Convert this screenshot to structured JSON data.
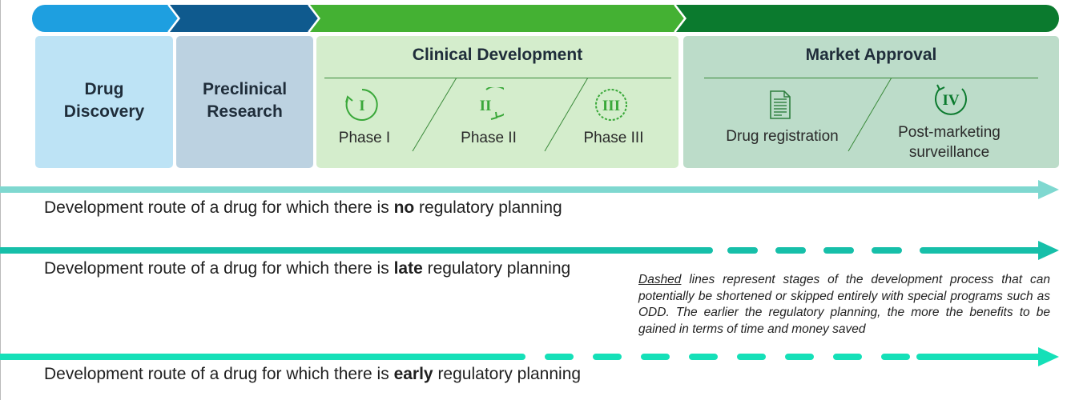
{
  "stages": {
    "drug_discovery": [
      "Drug",
      "Discovery"
    ],
    "preclinical_research": [
      "Preclinical",
      "Research"
    ],
    "clinical_development": {
      "title": "Clinical Development",
      "phases": [
        {
          "numeral": "I",
          "label": "Phase I"
        },
        {
          "numeral": "II",
          "label": "Phase II"
        },
        {
          "numeral": "III",
          "label": "Phase III"
        }
      ]
    },
    "market_approval": {
      "title": "Market Approval",
      "items": [
        {
          "label": "Drug registration",
          "icon": "document-icon"
        },
        {
          "numeral": "IV",
          "label_lines": [
            "Post-marketing",
            "surveillance"
          ]
        }
      ]
    }
  },
  "routes": [
    {
      "prefix": "Development route of a drug for which there is ",
      "emphasis": "no",
      "suffix": " regulatory planning",
      "color": "#7fd8d0"
    },
    {
      "prefix": "Development route of a drug for which there is ",
      "emphasis": "late",
      "suffix": " regulatory planning",
      "color": "#16bfa9"
    },
    {
      "prefix": "Development route of a drug for which there is ",
      "emphasis": "early",
      "suffix": " regulatory planning",
      "color": "#15e0b8"
    }
  ],
  "note": {
    "underlined": "Dashed",
    "rest": " lines represent stages of the development process that can potentially be shortened or skipped entirely with special programs such as ODD. The earlier the regulatory planning, the more the benefits to be gained in terms of time and money saved"
  },
  "colors": {
    "bar_discovery": "#1e9fe0",
    "bar_preclinical": "#0f5a8e",
    "bar_clinical": "#44b133",
    "bar_market": "#0b7a2e",
    "icon_green": "#3aa83a"
  }
}
